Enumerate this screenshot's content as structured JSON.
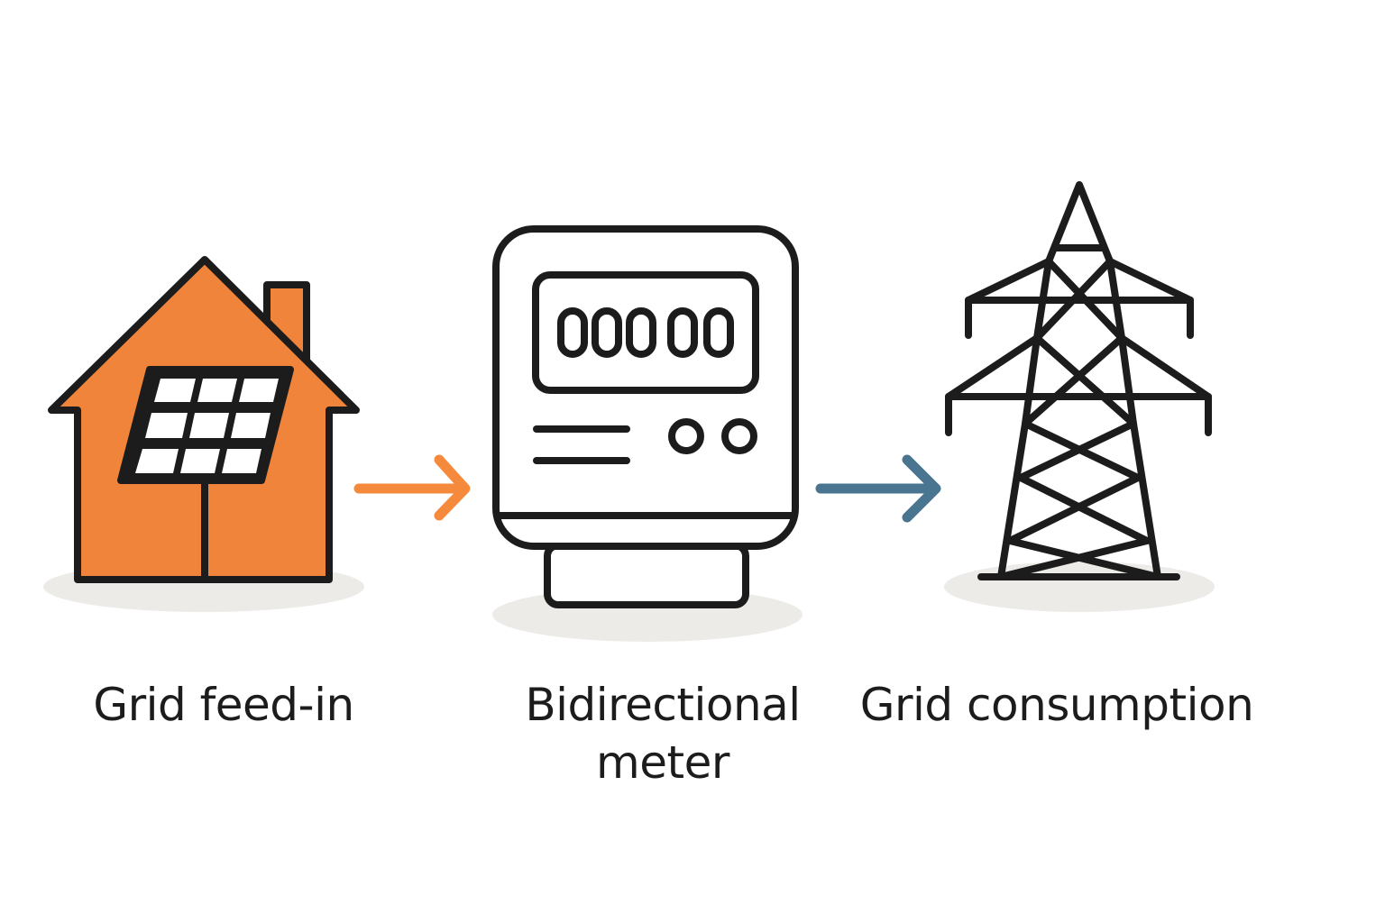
{
  "labels": {
    "house": "Grid feed-in",
    "meter": "Bidirectional meter",
    "grid": "Grid consumption"
  },
  "meter": {
    "display": "00000"
  },
  "icons": {
    "house": "solar-house-icon",
    "meter": "electricity-meter-icon",
    "grid": "power-pylon-icon",
    "arrow_feed_in": "arrow-right-icon",
    "arrow_consumption": "arrow-right-icon"
  },
  "colors": {
    "house_fill": "#F0843A",
    "arrow_feed_in": "#F58A3C",
    "arrow_consumption": "#4A7590",
    "stroke": "#1c1c1c",
    "ground_shadow": "#EDEBE8"
  }
}
